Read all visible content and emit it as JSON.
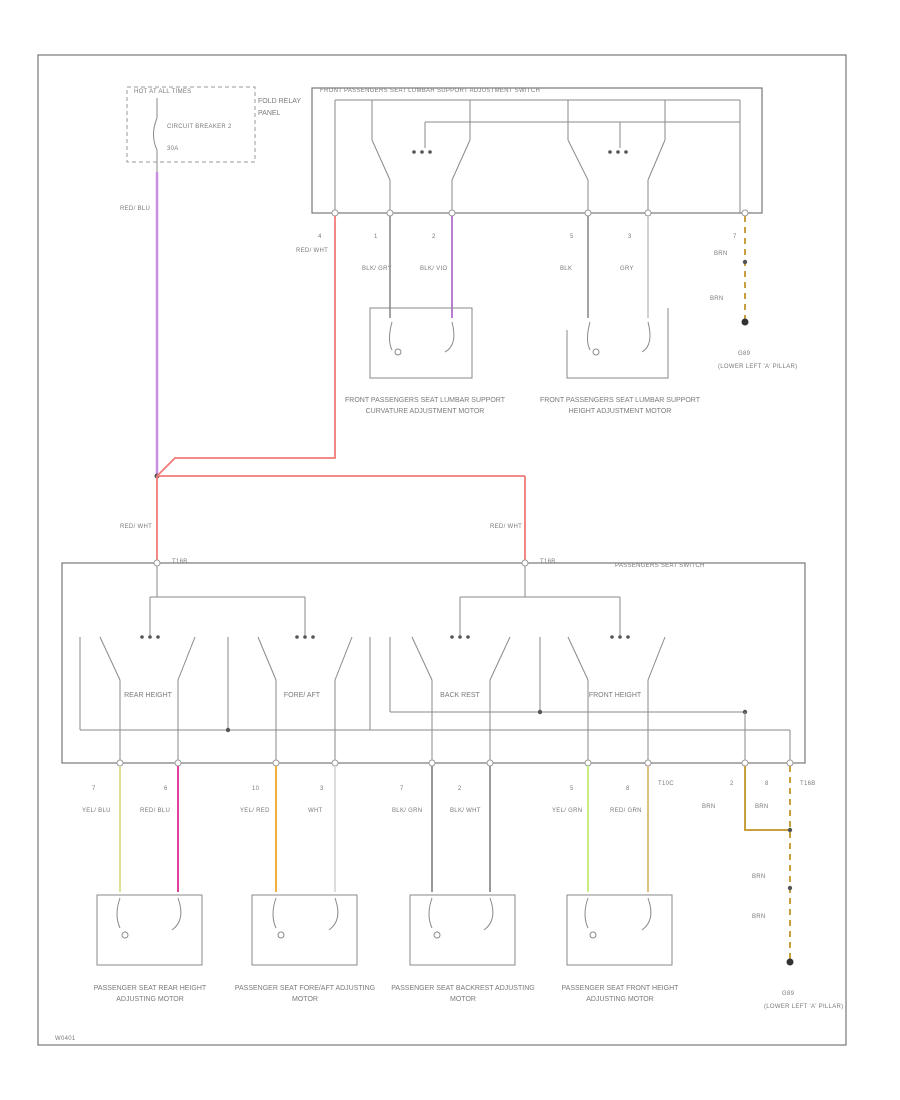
{
  "colors": {
    "red_wht": "#f07a7a",
    "red_blu": "#c890e0",
    "red_blu_motor": "#e040a0",
    "blk_grn": "#999999",
    "gry": "#cccccc",
    "blk_vio": "#b070d0",
    "brn": "#c8a040",
    "yel_blu": "#dede9a",
    "yel_red": "#f0b040",
    "wht": "#dddddd",
    "yel_grn": "#c8f080",
    "red_grn": "#e0c080"
  },
  "hot_box": {
    "label": "HOT AT ALL TIMES",
    "breaker": "CIRCUIT BREAKER 2",
    "rating": "30A",
    "panel": "FOLD RELAY PANEL"
  },
  "lumbar_switch": {
    "title": "FRONT PASSENGERS SEAT LUMBAR SUPPORT ADJUSTMENT SWITCH",
    "pins": [
      {
        "num": "4",
        "color": "RED/ WHT"
      },
      {
        "num": "1",
        "color": "BLK/ GRY"
      },
      {
        "num": "2",
        "color": "BLK/ VIO"
      },
      {
        "num": "5",
        "color": "BLK"
      },
      {
        "num": "3",
        "color": "GRY"
      },
      {
        "num": "7",
        "color": "BRN"
      }
    ]
  },
  "wire_labels": {
    "red_blu": "RED/ BLU",
    "red_wht_1": "RED/ WHT",
    "red_wht_2": "RED/ WHT",
    "brn_lower": "BRN"
  },
  "grounds": {
    "top": {
      "id": "G89",
      "desc": "(LOWER LEFT 'A' PILLAR)"
    },
    "bottom": {
      "id": "G89",
      "desc": "(LOWER LEFT 'A' PILLAR)"
    }
  },
  "lumbar_motors": [
    "FRONT PASSENGERS SEAT LUMBAR SUPPORT CURVATURE ADJUSTMENT MOTOR",
    "FRONT PASSENGERS SEAT LUMBAR SUPPORT HEIGHT ADJUSTMENT MOTOR"
  ],
  "seat_switch": {
    "title": "PASSENGERS SEAT SWITCH",
    "connector": "T16B",
    "sections": [
      "REAR HEIGHT",
      "FORE/ AFT",
      "BACK REST",
      "FRONT HEIGHT"
    ],
    "pins": [
      {
        "num": "7",
        "color": "YEL/ BLU"
      },
      {
        "num": "6",
        "color": "RED/ BLU"
      },
      {
        "num": "10",
        "color": "YEL/ RED"
      },
      {
        "num": "3",
        "color": "WHT"
      },
      {
        "num": "7",
        "color": "BLK/ GRN"
      },
      {
        "num": "2",
        "color": "BLK/ WHT"
      },
      {
        "num": "5",
        "color": "YEL/ GRN"
      },
      {
        "num": "8",
        "color": "RED/ GRN"
      },
      {
        "num": "2",
        "color": "BRN"
      },
      {
        "num": "8",
        "color": "BRN"
      }
    ],
    "conn_labels": [
      "T10C",
      "T16B"
    ]
  },
  "seat_motors": [
    "PASSENGER SEAT REAR HEIGHT ADJUSTING MOTOR",
    "PASSENGER SEAT FORE/AFT ADJUSTING MOTOR",
    "PASSENGER SEAT BACKREST ADJUSTING MOTOR",
    "PASSENGER SEAT FRONT HEIGHT ADJUSTING MOTOR"
  ],
  "footer_code": "W0401"
}
